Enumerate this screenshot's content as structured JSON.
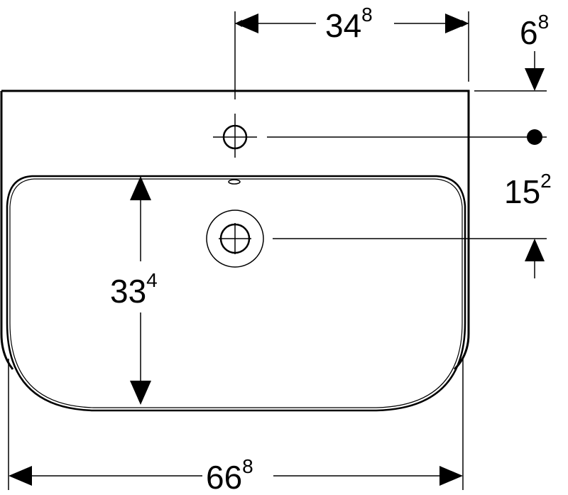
{
  "dimensions": {
    "tap_hole_offset": {
      "main": "34",
      "sup": "8"
    },
    "rim_height": {
      "main": "6",
      "sup": "8"
    },
    "tap_to_drain": {
      "main": "15",
      "sup": "2"
    },
    "bowl_depth": {
      "main": "33",
      "sup": "4"
    },
    "overall_width": {
      "main": "66",
      "sup": "8"
    }
  },
  "colors": {
    "line": "#000000",
    "background": "#ffffff"
  }
}
